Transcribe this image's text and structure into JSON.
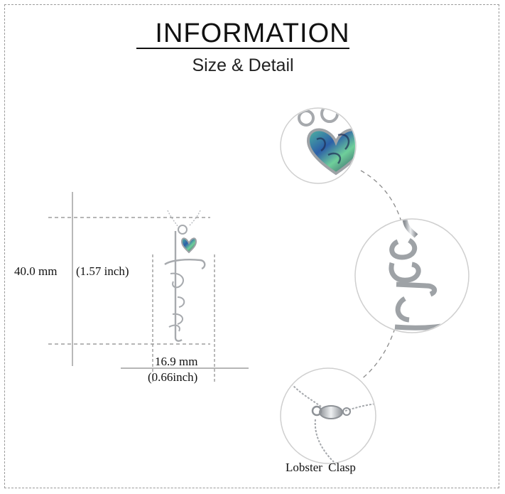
{
  "header": {
    "title": "INFORMATION",
    "subtitle": "Size & Detail"
  },
  "dimensions": {
    "height_mm": "40.0 mm",
    "height_inch": "(1.57 inch)",
    "width_mm": "16.9 mm",
    "width_inch": "(0.66inch)"
  },
  "details": {
    "clasp_label": "Lobster  Clasp"
  },
  "colors": {
    "frame": "#9a9a9a",
    "guide": "#8a8a8a",
    "metal": "#b9bcc0",
    "abalone_green": "#3aa58c",
    "abalone_blue": "#2c5fa8",
    "abalone_dark": "#1f2f55"
  }
}
